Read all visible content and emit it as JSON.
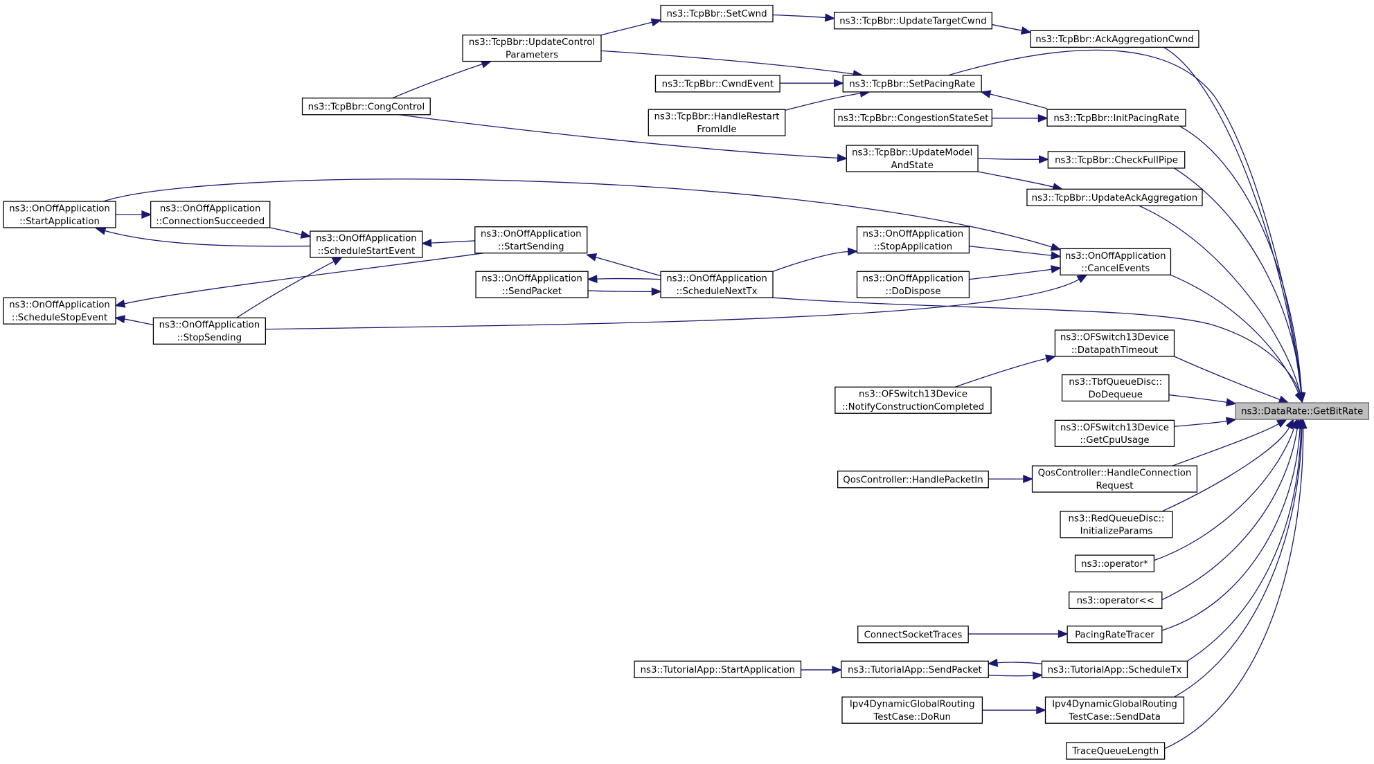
{
  "nodes": [
    {
      "id": "get_bit_rate",
      "lines": [
        "ns3::DataRate::GetBitRate"
      ]
    },
    {
      "id": "set_cwnd",
      "lines": [
        "ns3::TcpBbr::SetCwnd"
      ]
    },
    {
      "id": "update_target_cwnd",
      "lines": [
        "ns3::TcpBbr::UpdateTargetCwnd"
      ]
    },
    {
      "id": "ack_aggregation_cwnd",
      "lines": [
        "ns3::TcpBbr::AckAggregationCwnd"
      ]
    },
    {
      "id": "update_control_params",
      "lines": [
        "ns3::TcpBbr::UpdateControl",
        "Parameters"
      ]
    },
    {
      "id": "cong_control",
      "lines": [
        "ns3::TcpBbr::CongControl"
      ]
    },
    {
      "id": "cwnd_event",
      "lines": [
        "ns3::TcpBbr::CwndEvent"
      ]
    },
    {
      "id": "set_pacing_rate",
      "lines": [
        "ns3::TcpBbr::SetPacingRate"
      ]
    },
    {
      "id": "handle_restart",
      "lines": [
        "ns3::TcpBbr::HandleRestart",
        "FromIdle"
      ]
    },
    {
      "id": "congestion_state_set",
      "lines": [
        "ns3::TcpBbr::CongestionStateSet"
      ]
    },
    {
      "id": "init_pacing_rate",
      "lines": [
        "ns3::TcpBbr::InitPacingRate"
      ]
    },
    {
      "id": "update_model",
      "lines": [
        "ns3::TcpBbr::UpdateModel",
        "AndState"
      ]
    },
    {
      "id": "check_full_pipe",
      "lines": [
        "ns3::TcpBbr::CheckFullPipe"
      ]
    },
    {
      "id": "update_ack_aggregation",
      "lines": [
        "ns3::TcpBbr::UpdateAckAggregation"
      ]
    },
    {
      "id": "onoff_start_app",
      "lines": [
        "ns3::OnOffApplication",
        "::StartApplication"
      ]
    },
    {
      "id": "onoff_conn_succeeded",
      "lines": [
        "ns3::OnOffApplication",
        "::ConnectionSucceeded"
      ]
    },
    {
      "id": "onoff_schedule_start",
      "lines": [
        "ns3::OnOffApplication",
        "::ScheduleStartEvent"
      ]
    },
    {
      "id": "onoff_start_sending",
      "lines": [
        "ns3::OnOffApplication",
        "::StartSending"
      ]
    },
    {
      "id": "onoff_stop_app",
      "lines": [
        "ns3::OnOffApplication",
        "::StopApplication"
      ]
    },
    {
      "id": "onoff_cancel_events",
      "lines": [
        "ns3::OnOffApplication",
        "::CancelEvents"
      ]
    },
    {
      "id": "onoff_send_packet",
      "lines": [
        "ns3::OnOffApplication",
        "::SendPacket"
      ]
    },
    {
      "id": "onoff_schedule_next_tx",
      "lines": [
        "ns3::OnOffApplication",
        "::ScheduleNextTx"
      ]
    },
    {
      "id": "onoff_do_dispose",
      "lines": [
        "ns3::OnOffApplication",
        "::DoDispose"
      ]
    },
    {
      "id": "onoff_schedule_stop",
      "lines": [
        "ns3::OnOffApplication",
        "::ScheduleStopEvent"
      ]
    },
    {
      "id": "onoff_stop_sending",
      "lines": [
        "ns3::OnOffApplication",
        "::StopSending"
      ]
    },
    {
      "id": "ofs_datapath_timeout",
      "lines": [
        "ns3::OFSwitch13Device",
        "::DatapathTimeout"
      ]
    },
    {
      "id": "ofs_notify_construction",
      "lines": [
        "ns3::OFSwitch13Device",
        "::NotifyConstructionCompleted"
      ]
    },
    {
      "id": "tbf_do_dequeue",
      "lines": [
        "ns3::TbfQueueDisc::",
        "DoDequeue"
      ]
    },
    {
      "id": "ofs_get_cpu_usage",
      "lines": [
        "ns3::OFSwitch13Device",
        "::GetCpuUsage"
      ]
    },
    {
      "id": "qos_handle_packet_in",
      "lines": [
        "QosController::HandlePacketIn"
      ]
    },
    {
      "id": "qos_handle_conn_req",
      "lines": [
        "QosController::HandleConnection",
        "Request"
      ]
    },
    {
      "id": "red_initialize_params",
      "lines": [
        "ns3::RedQueueDisc::",
        "InitializeParams"
      ]
    },
    {
      "id": "operator_mul",
      "lines": [
        "ns3::operator*"
      ]
    },
    {
      "id": "operator_shl",
      "lines": [
        "ns3::operator<<"
      ]
    },
    {
      "id": "connect_socket_traces",
      "lines": [
        "ConnectSocketTraces"
      ]
    },
    {
      "id": "pacing_rate_tracer",
      "lines": [
        "PacingRateTracer"
      ]
    },
    {
      "id": "tutorial_start_app",
      "lines": [
        "ns3::TutorialApp::StartApplication"
      ]
    },
    {
      "id": "tutorial_send_packet",
      "lines": [
        "ns3::TutorialApp::SendPacket"
      ]
    },
    {
      "id": "tutorial_schedule_tx",
      "lines": [
        "ns3::TutorialApp::ScheduleTx"
      ]
    },
    {
      "id": "ipv4_do_run",
      "lines": [
        "Ipv4DynamicGlobalRouting",
        "TestCase::DoRun"
      ]
    },
    {
      "id": "ipv4_send_data",
      "lines": [
        "Ipv4DynamicGlobalRouting",
        "TestCase::SendData"
      ]
    },
    {
      "id": "trace_queue_length",
      "lines": [
        "TraceQueueLength"
      ]
    }
  ],
  "edges": [
    [
      "set_cwnd",
      "update_target_cwnd"
    ],
    [
      "update_target_cwnd",
      "ack_aggregation_cwnd"
    ],
    [
      "ack_aggregation_cwnd",
      "get_bit_rate"
    ],
    [
      "update_control_params",
      "set_cwnd"
    ],
    [
      "cong_control",
      "update_control_params"
    ],
    [
      "update_control_params",
      "set_pacing_rate"
    ],
    [
      "cwnd_event",
      "set_pacing_rate"
    ],
    [
      "handle_restart",
      "set_pacing_rate"
    ],
    [
      "set_pacing_rate",
      "get_bit_rate"
    ],
    [
      "init_pacing_rate",
      "set_pacing_rate"
    ],
    [
      "congestion_state_set",
      "init_pacing_rate"
    ],
    [
      "init_pacing_rate",
      "get_bit_rate"
    ],
    [
      "cong_control",
      "update_model"
    ],
    [
      "update_model",
      "check_full_pipe"
    ],
    [
      "check_full_pipe",
      "get_bit_rate"
    ],
    [
      "update_model",
      "update_ack_aggregation"
    ],
    [
      "update_ack_aggregation",
      "get_bit_rate"
    ],
    [
      "onoff_start_app",
      "onoff_conn_succeeded"
    ],
    [
      "onoff_conn_succeeded",
      "onoff_schedule_start"
    ],
    [
      "onoff_schedule_start",
      "onoff_start_app"
    ],
    [
      "onoff_start_app",
      "onoff_cancel_events"
    ],
    [
      "onoff_start_sending",
      "onoff_schedule_start"
    ],
    [
      "onoff_stop_sending",
      "onoff_schedule_start"
    ],
    [
      "onoff_start_sending",
      "onoff_schedule_stop"
    ],
    [
      "onoff_stop_sending",
      "onoff_schedule_stop"
    ],
    [
      "onoff_schedule_next_tx",
      "onoff_start_sending"
    ],
    [
      "onoff_schedule_next_tx",
      "onoff_stop_app"
    ],
    [
      "onoff_stop_app",
      "onoff_cancel_events"
    ],
    [
      "onoff_do_dispose",
      "onoff_cancel_events"
    ],
    [
      "onoff_stop_sending",
      "onoff_cancel_events"
    ],
    [
      "onoff_cancel_events",
      "get_bit_rate"
    ],
    [
      "onoff_schedule_next_tx",
      "onoff_send_packet"
    ],
    [
      "onoff_send_packet",
      "onoff_schedule_next_tx"
    ],
    [
      "onoff_schedule_next_tx",
      "get_bit_rate"
    ],
    [
      "ofs_notify_construction",
      "ofs_datapath_timeout"
    ],
    [
      "ofs_datapath_timeout",
      "get_bit_rate"
    ],
    [
      "tbf_do_dequeue",
      "get_bit_rate"
    ],
    [
      "ofs_get_cpu_usage",
      "get_bit_rate"
    ],
    [
      "qos_handle_packet_in",
      "qos_handle_conn_req"
    ],
    [
      "qos_handle_conn_req",
      "get_bit_rate"
    ],
    [
      "red_initialize_params",
      "get_bit_rate"
    ],
    [
      "operator_mul",
      "get_bit_rate"
    ],
    [
      "operator_shl",
      "get_bit_rate"
    ],
    [
      "connect_socket_traces",
      "pacing_rate_tracer"
    ],
    [
      "pacing_rate_tracer",
      "get_bit_rate"
    ],
    [
      "tutorial_start_app",
      "tutorial_send_packet"
    ],
    [
      "tutorial_send_packet",
      "tutorial_schedule_tx"
    ],
    [
      "tutorial_schedule_tx",
      "tutorial_send_packet"
    ],
    [
      "tutorial_schedule_tx",
      "get_bit_rate"
    ],
    [
      "ipv4_do_run",
      "ipv4_send_data"
    ],
    [
      "ipv4_send_data",
      "get_bit_rate"
    ],
    [
      "trace_queue_length",
      "get_bit_rate"
    ]
  ]
}
